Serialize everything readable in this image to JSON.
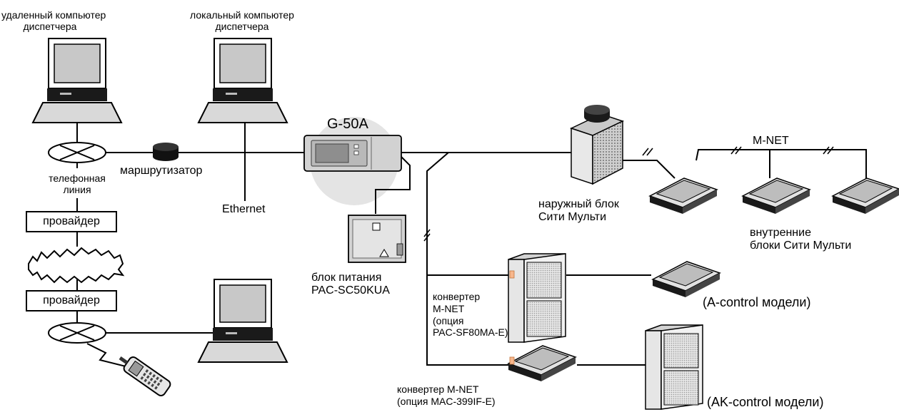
{
  "labels": {
    "remote_pc": [
      "удаленный компьютер",
      "диспетчера"
    ],
    "local_pc": [
      "локальный компьютер",
      "диспетчера"
    ],
    "router": "маршрутизатор",
    "phone_line": [
      "телефонная",
      "линия"
    ],
    "ethernet": "Ethernet",
    "provider_top": "провайдер",
    "provider_bottom": "провайдер",
    "controller": "G-50A",
    "power_supply": [
      "блок питания",
      "PAC-SC50KUA"
    ],
    "outdoor_unit": [
      "наружный блок",
      "Сити Мульти"
    ],
    "mnet": "M-NET",
    "indoor_units": [
      "внутренние",
      "блоки Сити Мульти"
    ],
    "converter_a": [
      "конвертер",
      "M-NET",
      "(опция",
      "PAC-SF80MA-E)"
    ],
    "a_control": "(A-control модели)",
    "converter_ak": [
      "конвертер M-NET",
      "(опция MAC-399IF-E)"
    ],
    "ak_control": "(AK-control модели)"
  },
  "colors": {
    "line": "#000000",
    "device_gray": "#d9d9d9",
    "device_dark": "#2b2b2b",
    "halo": "#e4e4e4",
    "converter_accent": "#f7b78c"
  }
}
